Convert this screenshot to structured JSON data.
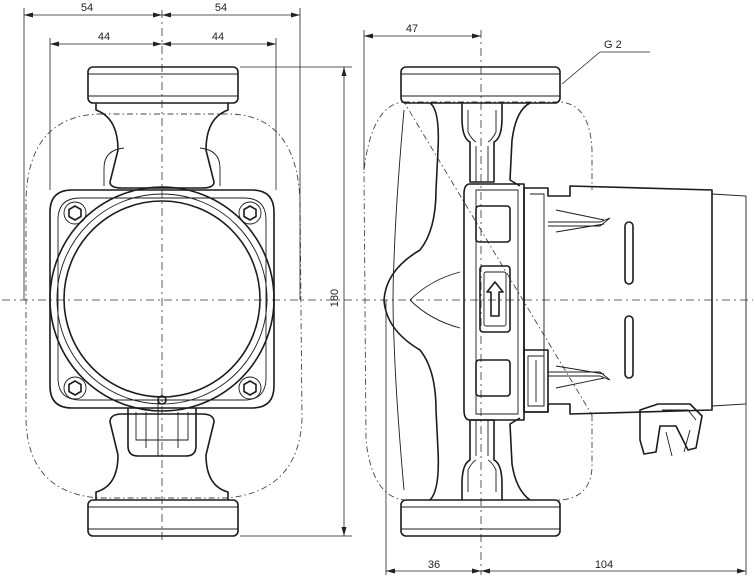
{
  "dimensions": {
    "front_outer_left": "54",
    "front_outer_right": "54",
    "front_inner_left": "44",
    "front_inner_right": "44",
    "height": "180",
    "side_top": "47",
    "thread": "G 2",
    "side_bottom_left": "36",
    "side_bottom_right": "104"
  }
}
